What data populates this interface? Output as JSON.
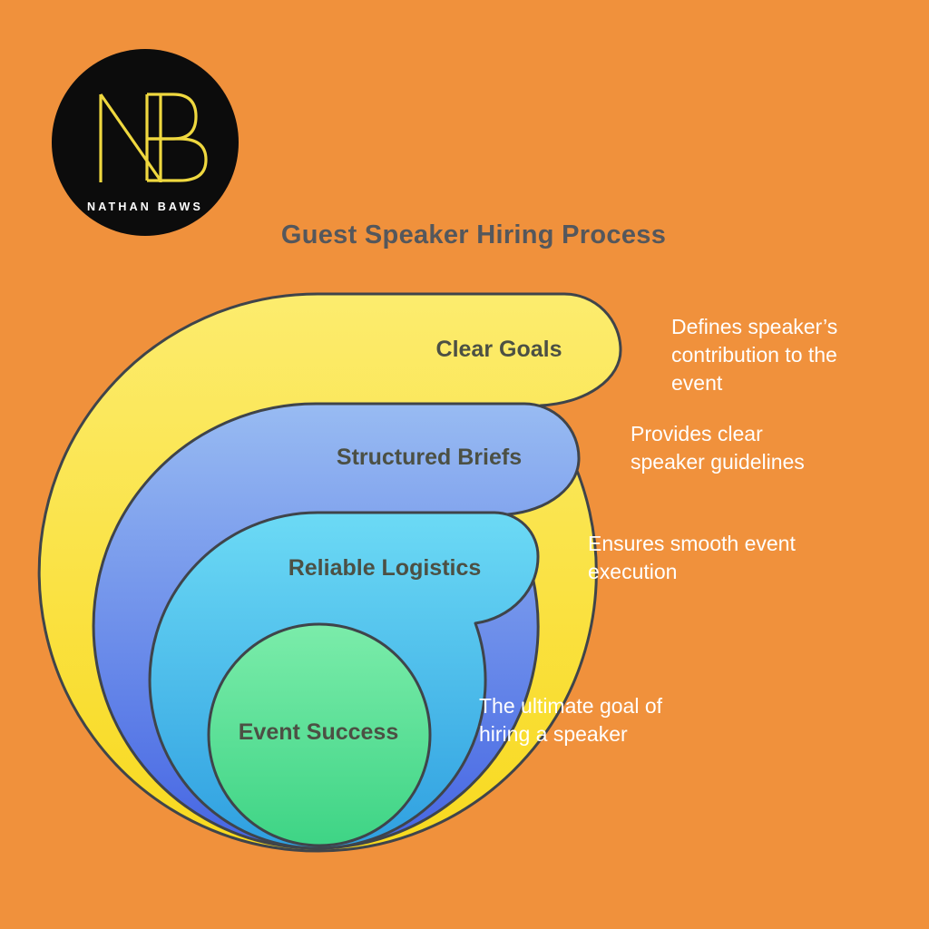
{
  "page": {
    "background_color": "#F0913C",
    "title": "Guest Speaker Hiring Process",
    "title_color": "#54575C"
  },
  "logo": {
    "monogram": "NB",
    "name": "NATHAN BAWS",
    "circle_color": "#0C0C0C",
    "monogram_color": "#EFD83F",
    "name_color": "#FFFFFF"
  },
  "diagram": {
    "outline_color": "#3F444A",
    "label_color": "#4C5044",
    "description_color": "#FFFFFF",
    "steps": [
      {
        "label": "Clear Goals",
        "description": "Defines speaker’s contribution to the event",
        "color_top": "#FCEC6E",
        "color_bottom": "#F8D91E"
      },
      {
        "label": "Structured Briefs",
        "description": "Provides clear speaker guidelines",
        "color_top": "#98BBF2",
        "color_bottom": "#4565E3"
      },
      {
        "label": "Reliable Logistics",
        "description": "Ensures smooth event execution",
        "color_top": "#6CDAF5",
        "color_bottom": "#2F9FE0"
      },
      {
        "label": "Event Success",
        "description": "The ultimate goal of hiring a speaker",
        "color_top": "#7BECAA",
        "color_bottom": "#3ED485"
      }
    ]
  }
}
